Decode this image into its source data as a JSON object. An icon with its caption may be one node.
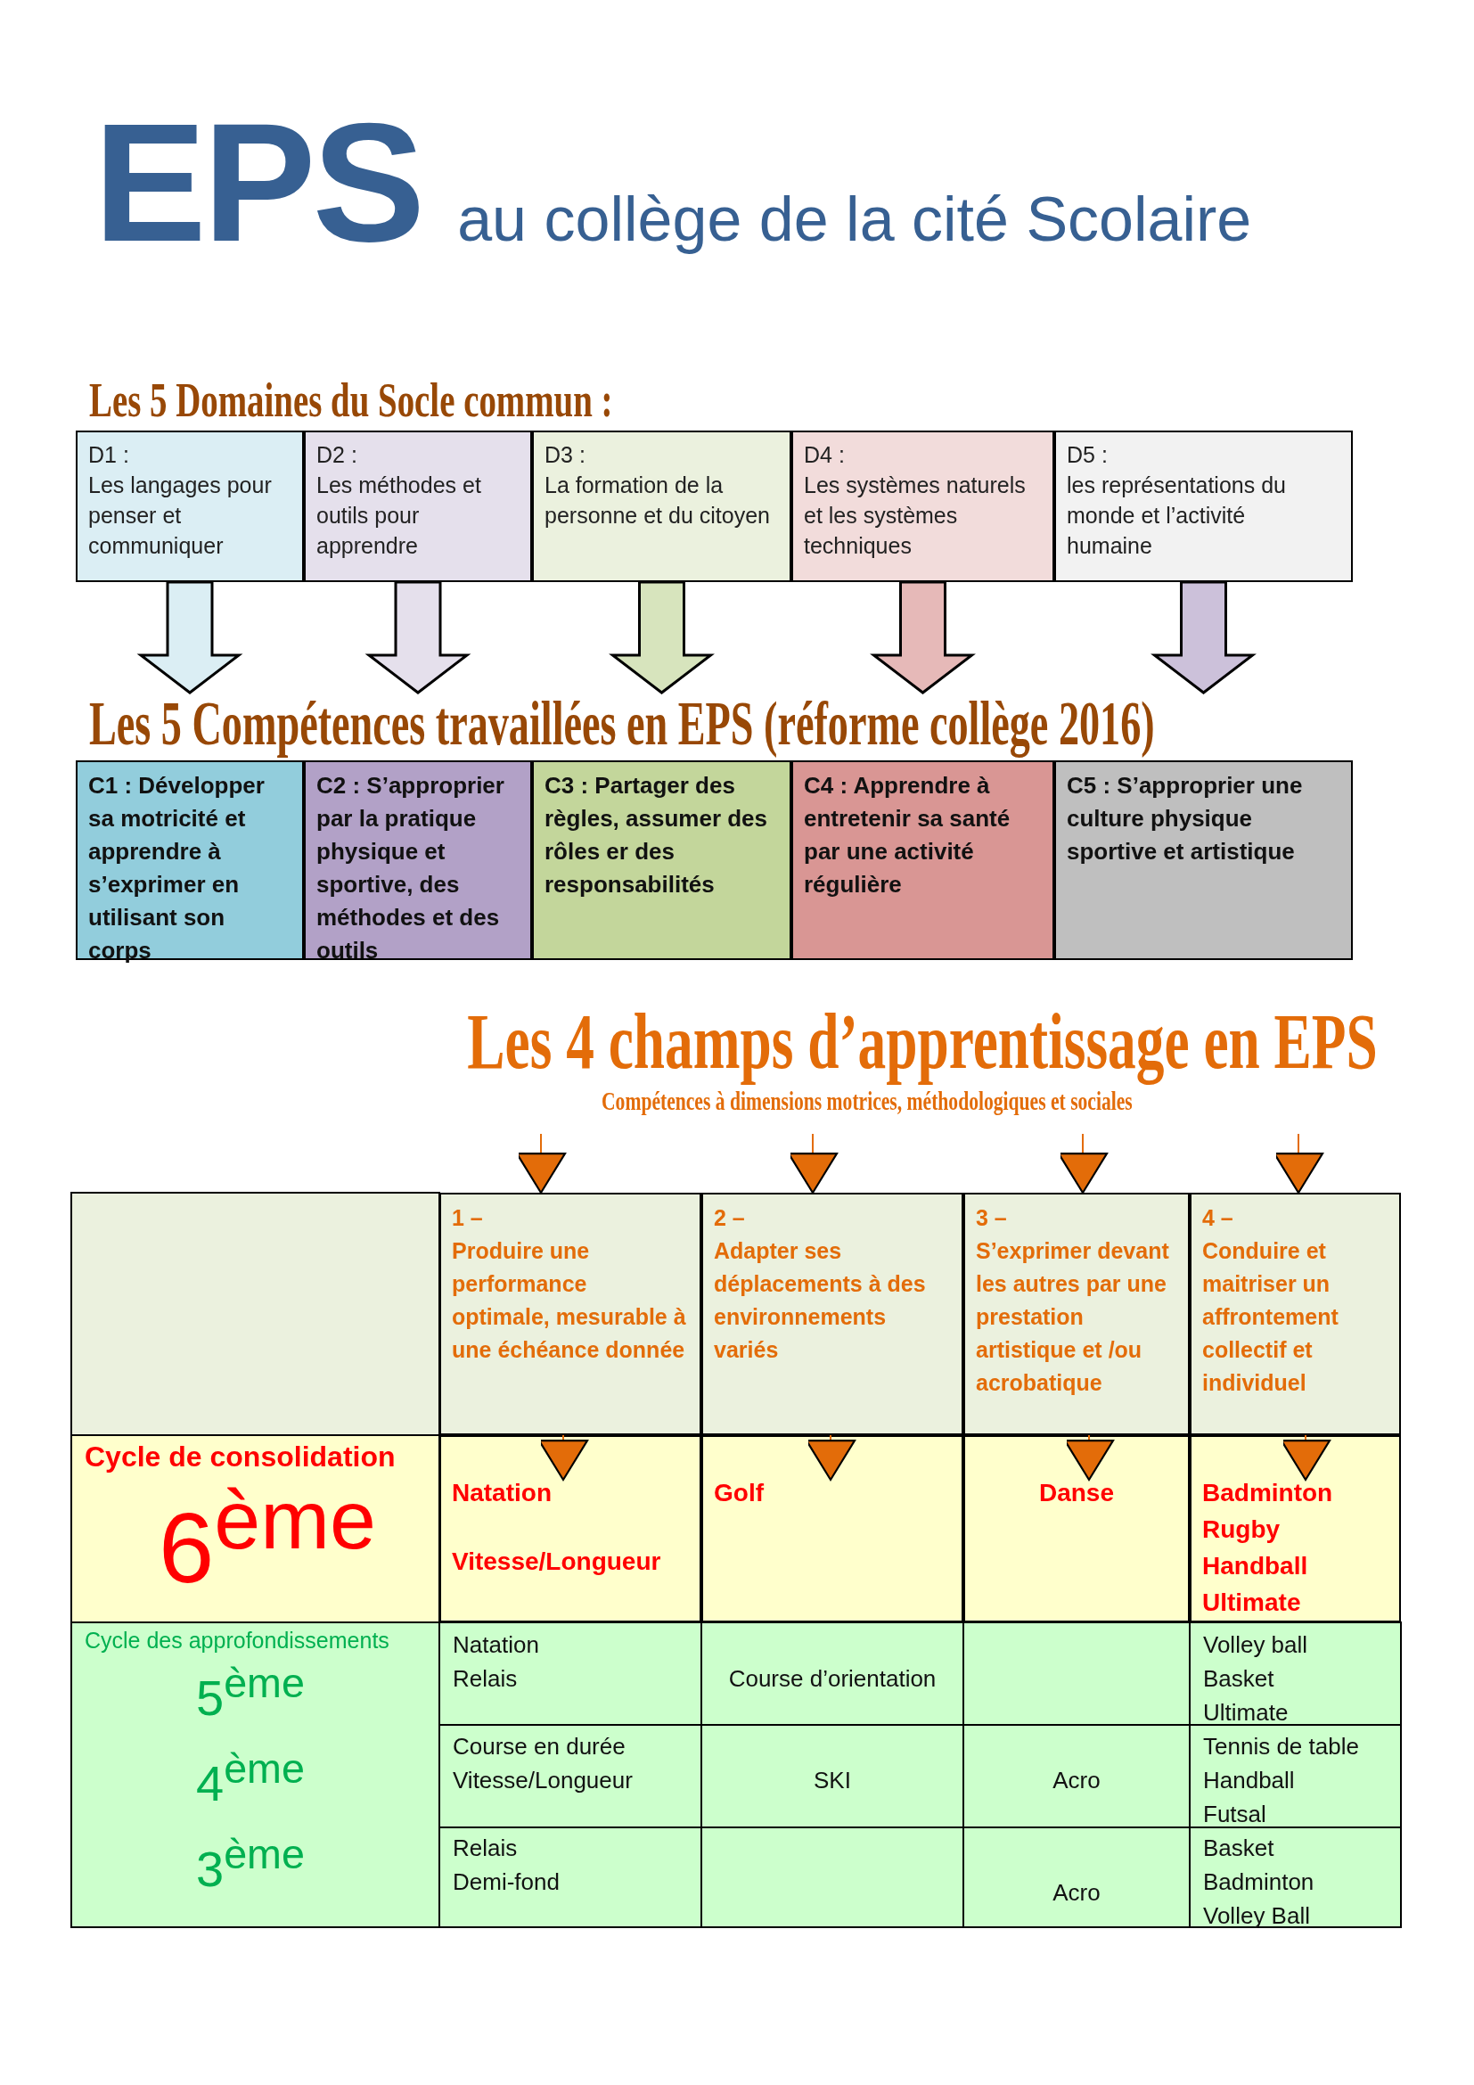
{
  "diagram": {
    "title": "EPS au collège de la cité Scolaire",
    "nodes": [
      {
        "text": [
          "D1 :",
          "Les langages pour penser et communiquer"
        ]
      },
      {
        "text": [
          "D2 :",
          "Les méthodes et outils pour apprendre"
        ]
      },
      {
        "text": [
          "D3 :",
          "La formation de la personne et du citoyen"
        ]
      },
      {
        "text": [
          "D4 :",
          "Les systèmes naturels et les systèmes techniques"
        ]
      },
      {
        "text": [
          "D5 :",
          "les représentations du monde et l’activité humaine"
        ]
      },
      {
        "text": [
          "C1 : Développer sa motricité et apprendre à s’exprimer en utilisant son corps"
        ]
      },
      {
        "text": [
          "C2 : S’approprier par la pratique physique et sportive, des méthodes et des outils"
        ]
      },
      {
        "text": [
          "C3 : Partager des règles, assumer des rôles er des responsabilités"
        ]
      },
      {
        "text": [
          "C4 : Apprendre à entretenir sa santé par une activité régulière"
        ]
      },
      {
        "text": [
          "C5 : S’approprier une culture physique sportive et artistique"
        ]
      },
      {
        "text": [
          "1 –",
          "Produire une performance optimale, mesurable à une échéance donnée"
        ]
      },
      {
        "text": [
          "2 –",
          "Adapter ses déplacements à des environnements variés"
        ]
      },
      {
        "text": [
          "3 –",
          "S’exprimer devant les autres par une prestation artistique et /ou acrobatique"
        ]
      },
      {
        "text": [
          "4 –",
          "Conduire et maitriser un affrontement collectif et individuel"
        ]
      },
      {
        "text": [
          "Natation",
          "Vitesse/Longueur"
        ]
      },
      {
        "text": [
          "Golf"
        ]
      },
      {
        "text": [
          "Danse"
        ]
      },
      {
        "text": [
          "Badminton",
          "Rugby",
          "Handball",
          "Ultimate"
        ]
      }
    ],
    "edges": [
      {
        "from": 0,
        "to": 5,
        "arrow": "to",
        "style": "thick",
        "color": "#dbeef4"
      },
      {
        "from": 1,
        "to": 6,
        "arrow": "to",
        "style": "thick",
        "color": "#e5e0ec"
      },
      {
        "from": 2,
        "to": 7,
        "arrow": "to",
        "style": "thick",
        "color": "#d7e4bd"
      },
      {
        "from": 3,
        "to": 8,
        "arrow": "to",
        "style": "thick",
        "color": "#e6b9b8"
      },
      {
        "from": 4,
        "to": 9,
        "arrow": "to",
        "style": "thick",
        "color": "#ccc1da"
      },
      {
        "from": null,
        "to": 10,
        "arrow": "to",
        "color": "#e36c09"
      },
      {
        "from": null,
        "to": 11,
        "arrow": "to",
        "color": "#e36c09"
      },
      {
        "from": null,
        "to": 12,
        "arrow": "to",
        "color": "#e36c09"
      },
      {
        "from": null,
        "to": 13,
        "arrow": "to",
        "color": "#e36c09"
      },
      {
        "from": 10,
        "to": 14,
        "arrow": "to",
        "color": "#e36c09"
      },
      {
        "from": 11,
        "to": 15,
        "arrow": "to",
        "color": "#e36c09"
      },
      {
        "from": 12,
        "to": 16,
        "arrow": "to",
        "color": "#e36c09"
      },
      {
        "from": 13,
        "to": 17,
        "arrow": "to",
        "color": "#e36c09"
      }
    ],
    "labels": [
      "Les 5 Domaines du Socle commun :",
      "Les 5 Compétences travaillées en EPS (réforme collège 2016)",
      "Les 4 champs d’apprentissage en EPS",
      "Compétences à dimensions motrices, méthodologiques et sociales",
      "Cycle de consolidation",
      "6$^{ème}$",
      "Cycle des approfondissements",
      "5$^{ème}$",
      "4$^{ème}$",
      "3$^{ème}$",
      "Natation",
      "Relais",
      "Course d’orientation",
      "Volley ball",
      "Basket",
      "Ultimate",
      "Course en durée",
      "Vitesse/Longueur",
      "SKI",
      "Acro",
      "Tennis de table",
      "Handball",
      "Futsal",
      "Relais",
      "Demi-fond",
      "Acro",
      "Basket",
      "Badminton",
      "Volley Ball"
    ]
  }
}
